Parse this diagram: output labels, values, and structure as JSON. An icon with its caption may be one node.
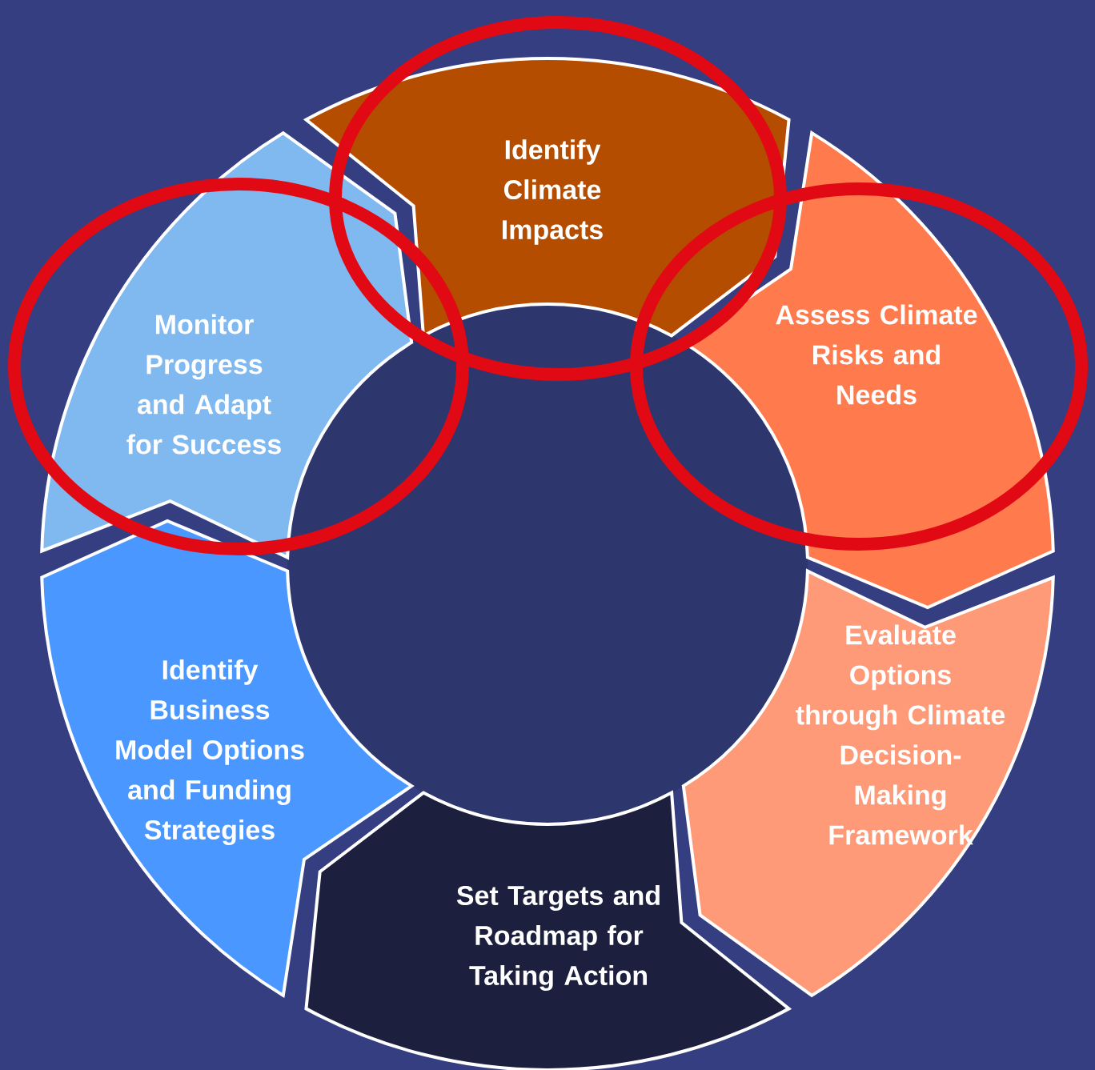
{
  "diagram": {
    "nodes": [
      {
        "text": [
          "Identify Climate Impacts"
        ]
      },
      {
        "text": [
          "Assess Climate Risks and Needs"
        ]
      },
      {
        "text": [
          "Evaluate Options through Climate Decision-Making Framework"
        ]
      },
      {
        "text": [
          "Set Targets and Roadmap for Taking Action"
        ]
      },
      {
        "text": [
          "Identify Business Model Options and Funding Strategies"
        ]
      },
      {
        "text": [
          "Monitor Progress and Adapt for Success"
        ]
      }
    ]
  }
}
